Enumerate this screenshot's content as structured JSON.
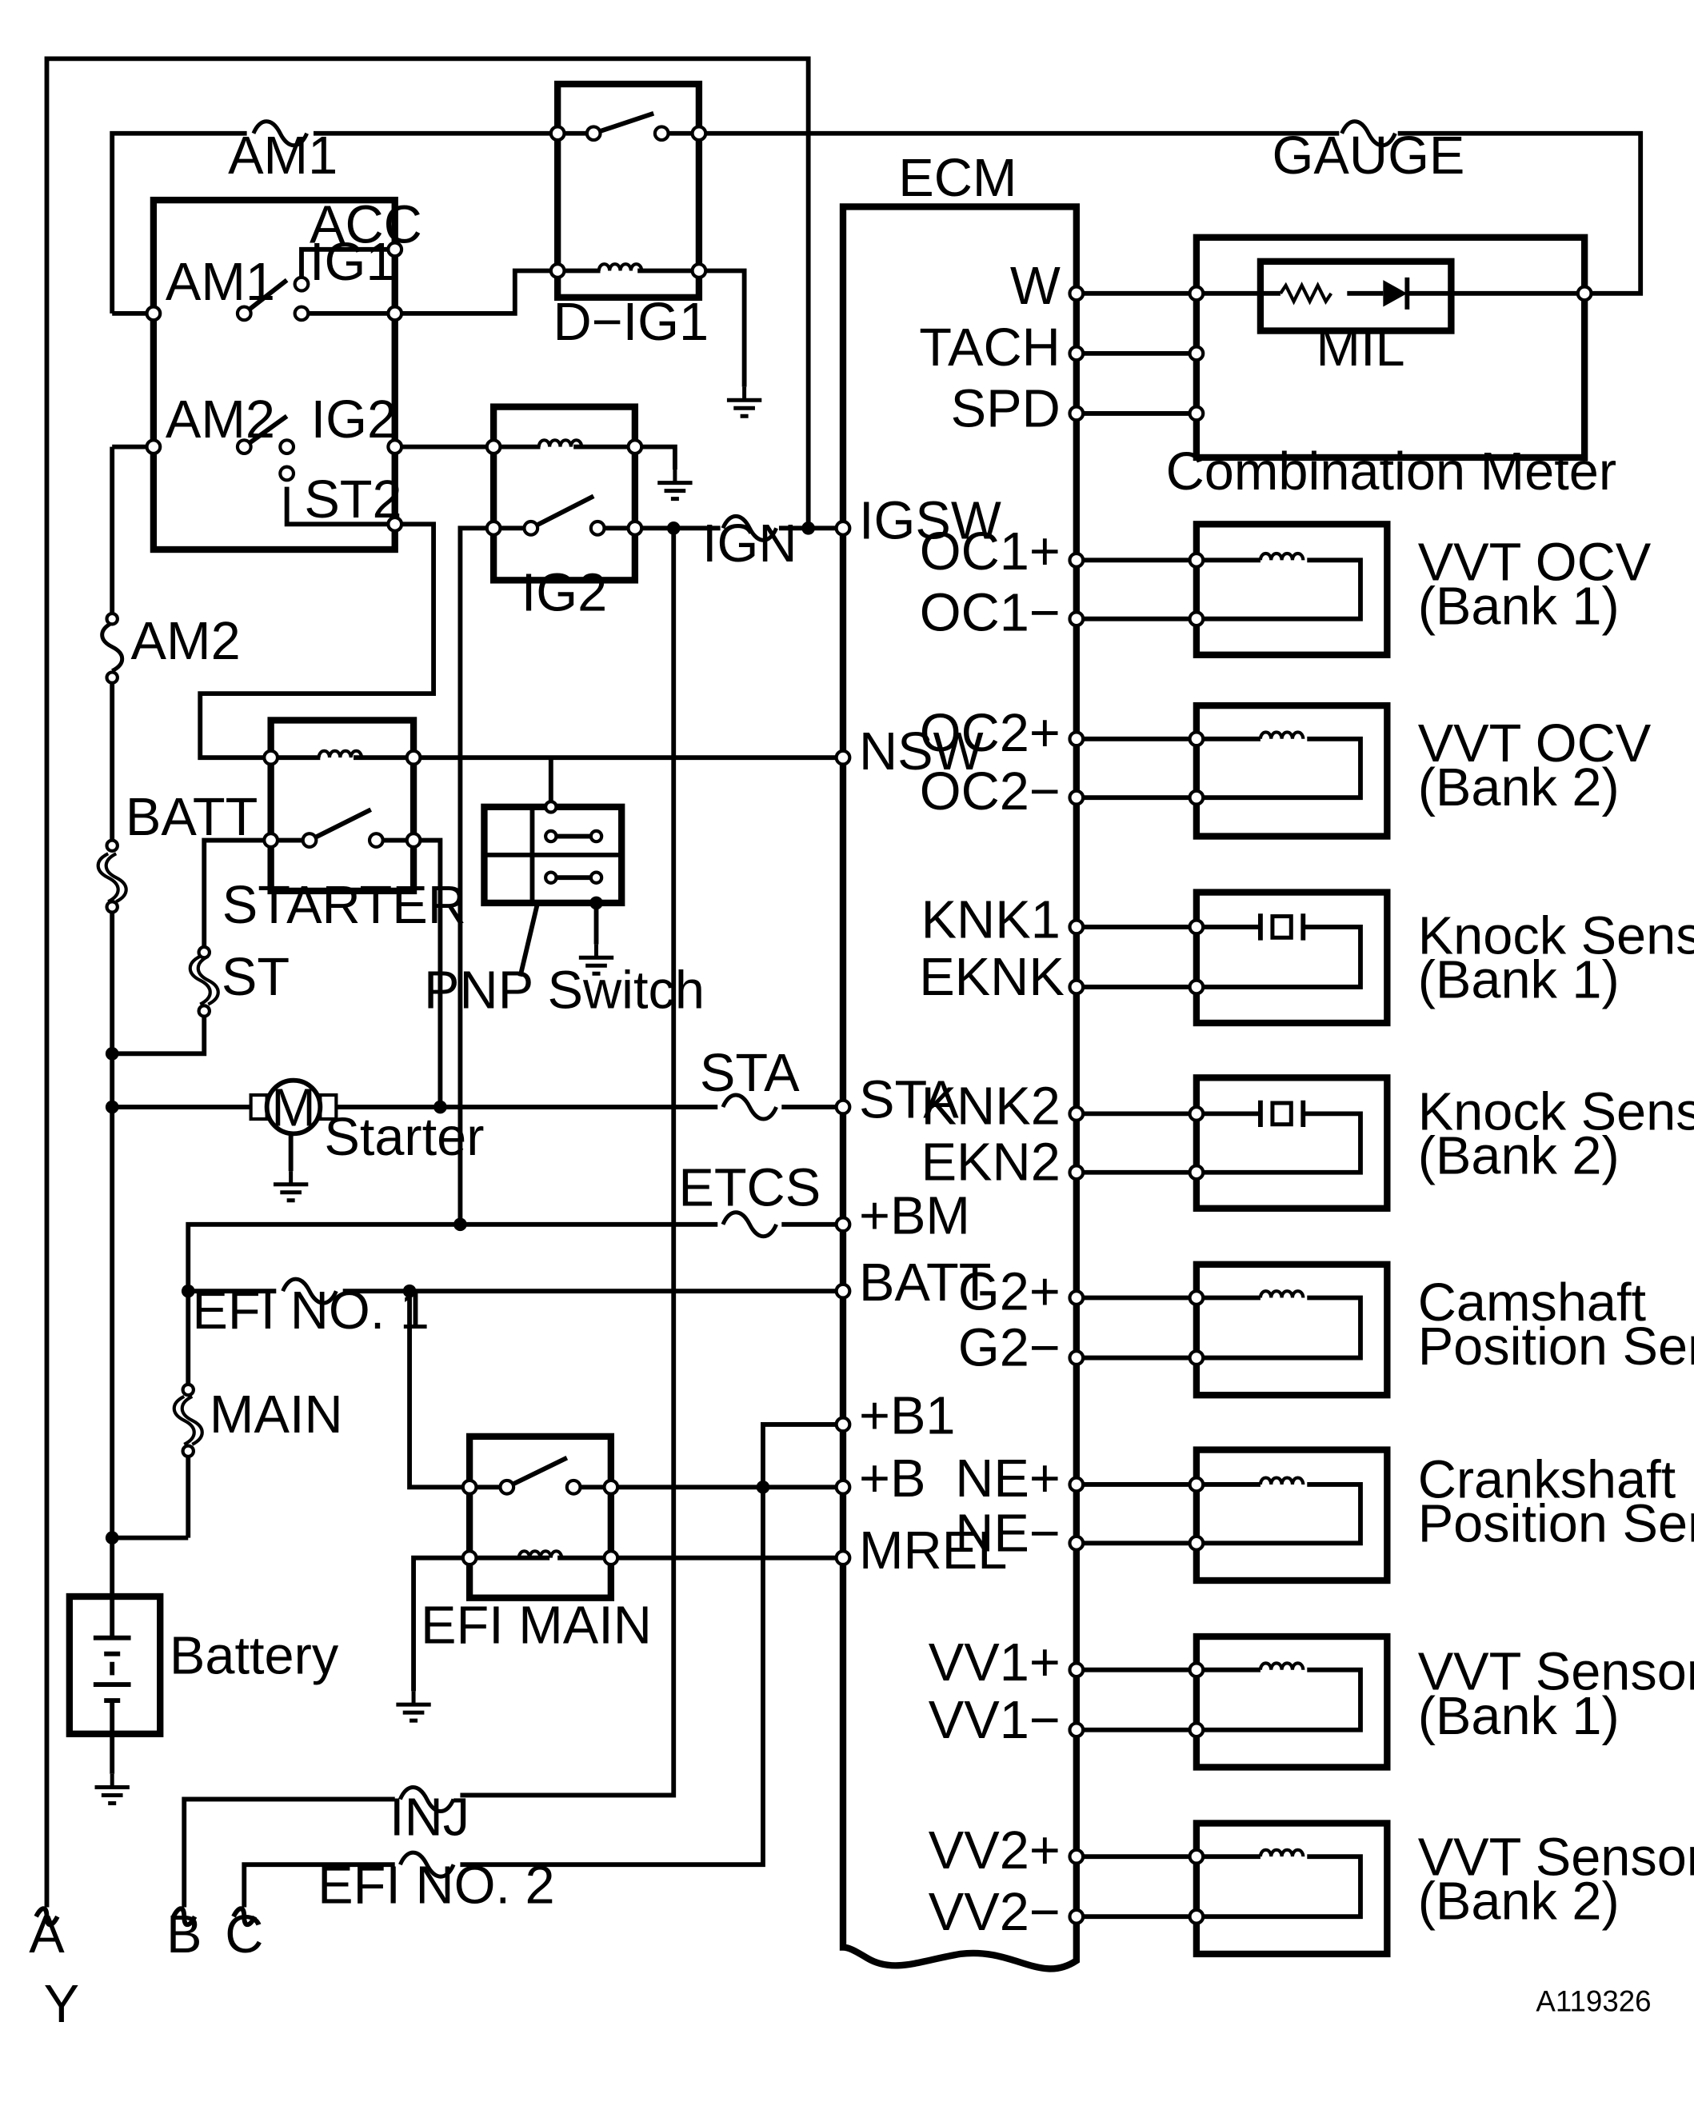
{
  "labels": {
    "am1_fuse": "AM1",
    "gauge_fuse": "GAUGE",
    "ecm": "ECM",
    "acc": "ACC",
    "ig1": "IG1",
    "am1_sw": "AM1",
    "dig1": "D−IG1",
    "am2_sw": "AM2",
    "ig2_sw": "IG2",
    "st2": "ST2",
    "ig2_relay": "IG2",
    "ign_fuse": "IGN",
    "am2_fuse": "AM2",
    "batt_fuse": "BATT",
    "starter_relay": "STARTER",
    "st_fuse": "ST",
    "pnp": "PNP Switch",
    "sta_fuse": "STA",
    "starter_motor": "Starter",
    "motor_m": "M",
    "etcs_fuse": "ETCS",
    "efi1_fuse": "EFI NO. 1",
    "main_fuse": "MAIN",
    "efi_main": "EFI MAIN",
    "battery": "Battery",
    "inj_fuse": "INJ",
    "efi2_fuse": "EFI NO. 2",
    "conn_a": "A",
    "conn_b": "B",
    "conn_c": "C",
    "y_mark": "Y",
    "fig_id": "A119326",
    "mil": "MIL",
    "combination_meter": "Combination Meter"
  },
  "ecm_pins_left": {
    "igsw": "IGSW",
    "nsw": "NSW",
    "sta": "STA",
    "bm": "+BM",
    "batt": "BATT",
    "b1": "+B1",
    "b": "+B",
    "mrel": "MREL"
  },
  "ecm_pins_right": {
    "w": "W",
    "tach": "TACH",
    "spd": "SPD",
    "oc1p": "OC1+",
    "oc1m": "OC1−",
    "oc2p": "OC2+",
    "oc2m": "OC2−",
    "knk1": "KNK1",
    "eknk": "EKNK",
    "knk2": "KNK2",
    "ekn2": "EKN2",
    "g2p": "G2+",
    "g2m": "G2−",
    "nep": "NE+",
    "nem": "NE−",
    "vv1p": "VV1+",
    "vv1m": "VV1−",
    "vv2p": "VV2+",
    "vv2m": "VV2−"
  },
  "components": {
    "ocv1_l1": "VVT OCV",
    "ocv1_l2": "(Bank 1)",
    "ocv2_l1": "VVT OCV",
    "ocv2_l2": "(Bank 2)",
    "knock1_l1": "Knock Sensor",
    "knock1_l2": "(Bank 1)",
    "knock2_l1": "Knock Sensor",
    "knock2_l2": "(Bank 2)",
    "cam_l1": "Camshaft",
    "cam_l2": "Position Sensor",
    "crank_l1": "Crankshaft",
    "crank_l2": "Position Sensor",
    "vvts1_l1": "VVT Sensor",
    "vvts1_l2": "(Bank 1)",
    "vvts2_l1": "VVT Sensor",
    "vvts2_l2": "(Bank 2)"
  }
}
